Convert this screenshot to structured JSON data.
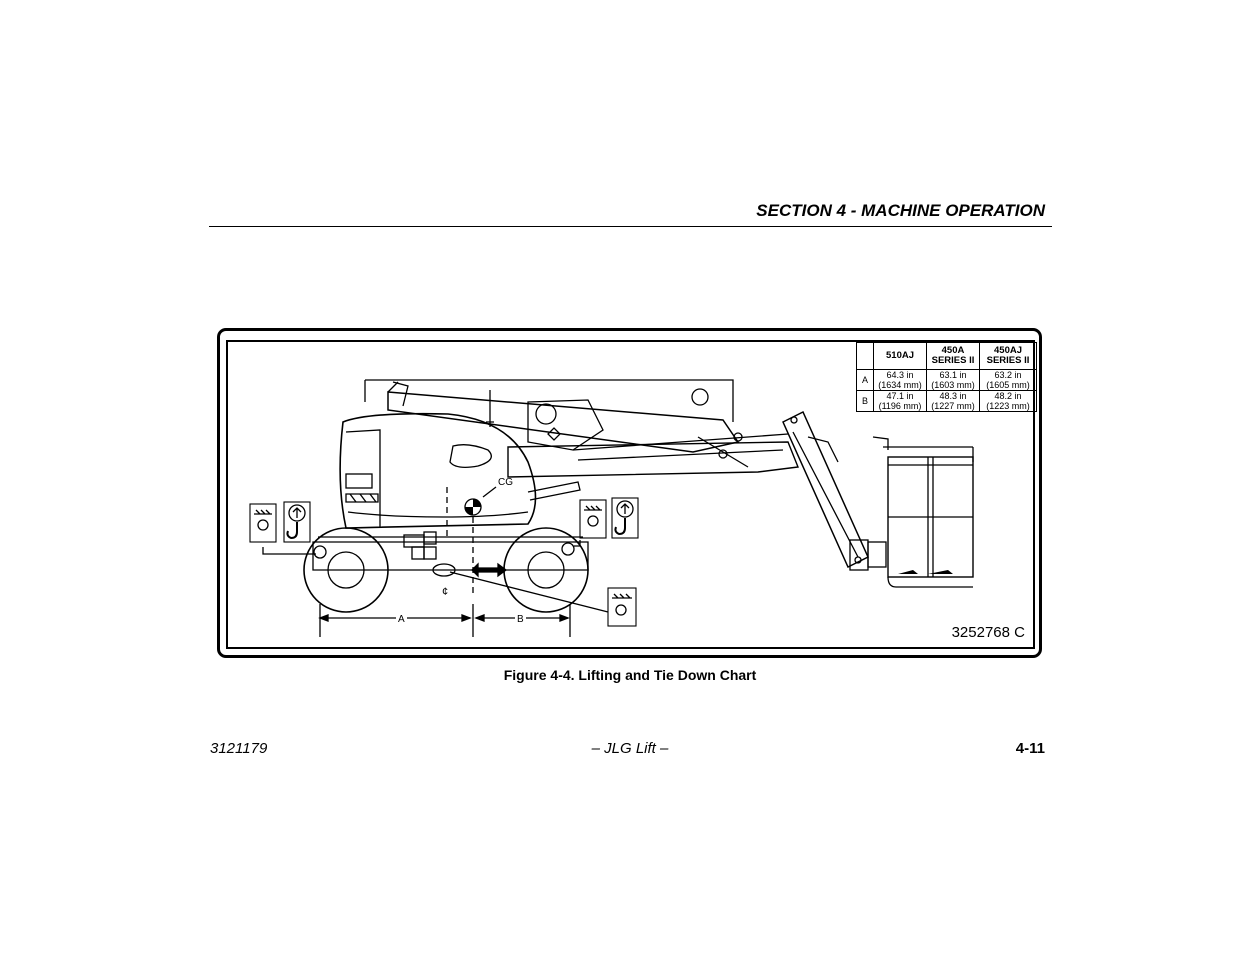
{
  "header": {
    "section_title": "SECTION 4 - MACHINE OPERATION"
  },
  "figure": {
    "caption": "Figure 4-4. Lifting and Tie Down Chart",
    "part_number": "3252768 C",
    "labels": {
      "cg": "CG",
      "dim_a": "A",
      "dim_b": "B",
      "centerline": "¢"
    },
    "table": {
      "columns": [
        {
          "line1": "510AJ",
          "line2": ""
        },
        {
          "line1": "450A",
          "line2": "SERIES II"
        },
        {
          "line1": "450AJ",
          "line2": "SERIES II"
        }
      ],
      "rows": [
        {
          "label": "A",
          "cells": [
            {
              "in": "64.3 in",
              "mm": "(1634 mm)"
            },
            {
              "in": "63.1 in",
              "mm": "(1603 mm)"
            },
            {
              "in": "63.2 in",
              "mm": "(1605 mm)"
            }
          ]
        },
        {
          "label": "B",
          "cells": [
            {
              "in": "47.1 in",
              "mm": "(1196 mm)"
            },
            {
              "in": "48.3 in",
              "mm": "(1227 mm)"
            },
            {
              "in": "48.2 in",
              "mm": "(1223 mm)"
            }
          ]
        }
      ]
    }
  },
  "footer": {
    "left": "3121179",
    "center": "– JLG Lift –",
    "right": "4-11"
  }
}
